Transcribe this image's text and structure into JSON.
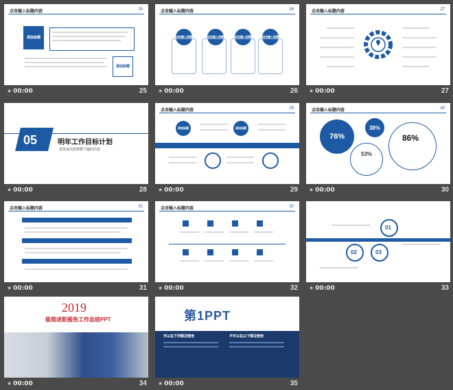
{
  "header_text": "点击输入标题内容",
  "timing_label": "00:00",
  "timing_symbol": "★",
  "slides": [
    {
      "number": "25",
      "page_label": "25"
    },
    {
      "number": "26",
      "page_label": "26"
    },
    {
      "number": "27",
      "page_label": "27"
    },
    {
      "number": "28",
      "section_no": "05",
      "title": "明年工作目标计划",
      "subtitle": "具体说出您想要下面的内容"
    },
    {
      "number": "29",
      "page_label": "29"
    },
    {
      "number": "30",
      "page_label": "30",
      "stat_big": "76%",
      "stat_mid": "38%",
      "stat_small": "53%",
      "stat_right": "86%"
    },
    {
      "number": "31",
      "page_label": "31"
    },
    {
      "number": "32",
      "page_label": "32"
    },
    {
      "number": "33",
      "step1": "01",
      "step2": "02",
      "step3": "03"
    },
    {
      "number": "34",
      "year": "2019",
      "title": "极简述职报告工作总结PPT"
    },
    {
      "number": "35",
      "logo": "第1PPT",
      "can_use": "可以在下列情况使用",
      "cannot_use": "不可以在以下情况使用"
    }
  ],
  "labels": {
    "add_title": "添加标题",
    "click_title": "点击输入标题",
    "click_content": "点击输入标题内容"
  },
  "colors": {
    "accent": "#1d5aa3",
    "background": "#4a4a4a",
    "red": "#c0272d"
  }
}
